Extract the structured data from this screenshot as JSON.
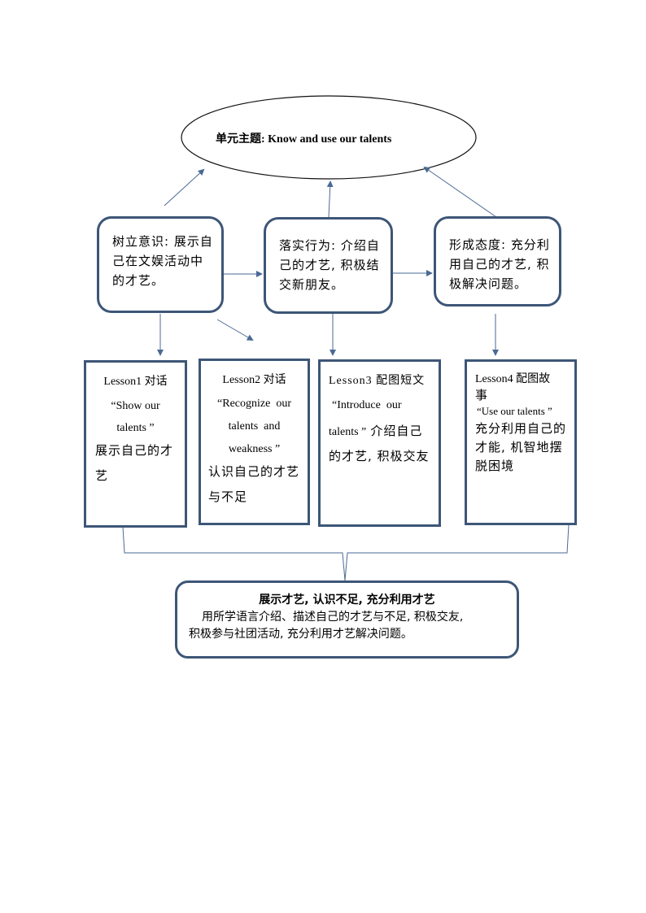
{
  "theme": {
    "line_color": "#4a6a94",
    "box_border": "#3d5677"
  },
  "unit_theme": {
    "label": "单元主题: Know and use our talents"
  },
  "goals": [
    {
      "lines": [
        "树立意识: 展示自",
        "己在文娱活动中",
        "的才艺。"
      ]
    },
    {
      "lines": [
        "落实行为: 介绍自",
        "己的才艺, 积极结",
        "交新朋友。"
      ]
    },
    {
      "lines": [
        "形成态度: 充分利",
        "用自己的才艺, 积",
        "极解决问题。"
      ]
    }
  ],
  "lessons": [
    {
      "title": "Lesson1 对话",
      "quote_lines": [
        "“Show our",
        "talents ”"
      ],
      "desc_lines": [
        "展示自己的才",
        "艺"
      ]
    },
    {
      "title": "Lesson2 对话",
      "quote_lines": [
        "“Recognize  our",
        "talents  and",
        "weakness ”"
      ],
      "desc_lines": [
        "认识自己的才艺",
        "与不足"
      ]
    },
    {
      "title": "Lesson3 配图短文",
      "quote_lines": [
        "“Introduce  our"
      ],
      "mixed_line": {
        "en": "talents ”",
        "zh": "介绍自己"
      },
      "desc_lines": [
        "的才艺, 积极交友"
      ]
    },
    {
      "title_lines": [
        "Lesson4 配图故",
        "事"
      ],
      "quote_lines": [
        "“Use our talents ”"
      ],
      "desc_lines": [
        "充分利用自己的",
        "才能, 机智地摆",
        "脱困境"
      ]
    }
  ],
  "summary": {
    "title": "展示才艺, 认识不足, 充分利用才艺",
    "body_lines": [
      "用所学语言介绍、描述自己的才艺与不足, 积极交友,",
      "积极参与社团活动, 充分利用才艺解决问题。"
    ]
  }
}
